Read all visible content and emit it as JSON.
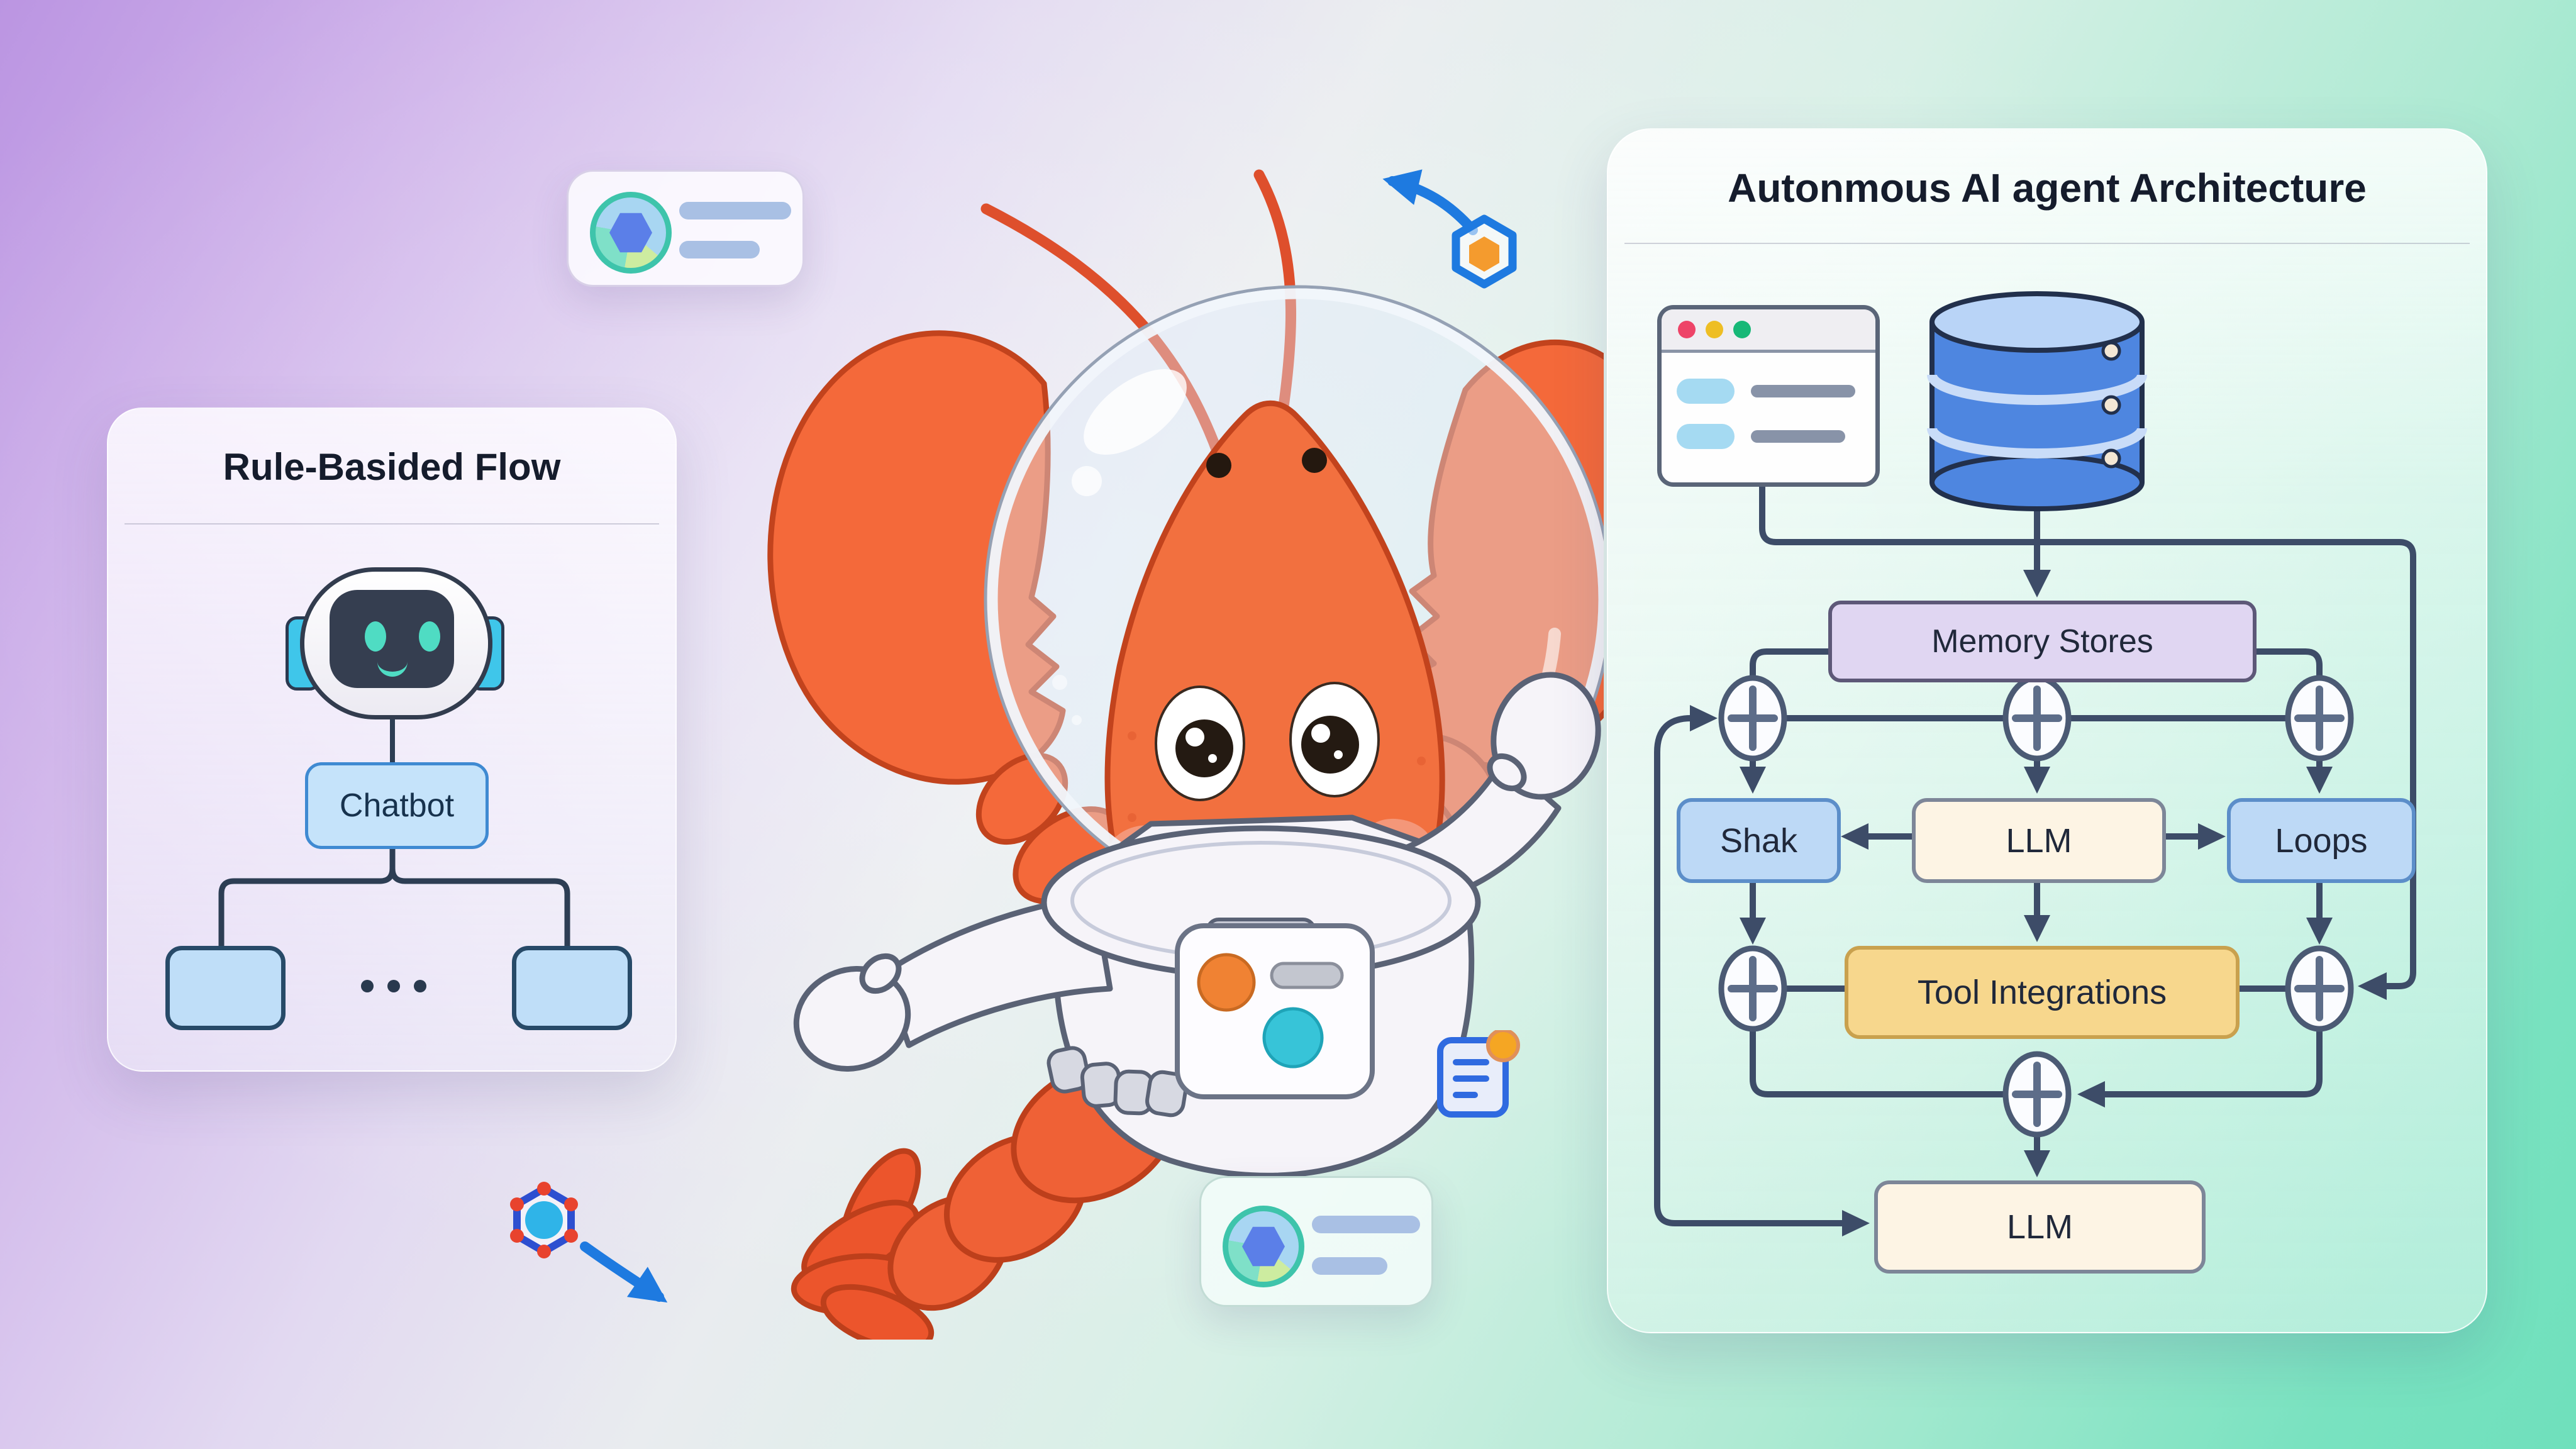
{
  "left_panel": {
    "title": "Rule-Basided Flow",
    "chatbot_label": "Chatbot"
  },
  "right_panel": {
    "title": "Autonmous AI agent Architecture",
    "nodes": {
      "memory_stores": "Memory Stores",
      "shak": "Shak",
      "llm": "LLM",
      "loops": "Loops",
      "tool_integrations": "Tool Integrations",
      "llm_bottom": "LLM"
    }
  },
  "colors": {
    "background_purple": "#bb95e2",
    "background_teal": "#6fe0bc",
    "flow_line": "#3d4c68",
    "memory_fill": "#e0d6f2",
    "blue_node_fill": "#bdd9f6",
    "cream_node_fill": "#fdf4e4",
    "tool_fill": "#f7d78d",
    "chatbot_fill": "#c5e3fa",
    "database_blue": "#4e86e0",
    "lobster_orange": "#f2693a",
    "arrow_blue": "#1e7ae0",
    "robot_teal": "#4fdcc3"
  },
  "icons": {
    "robot": "robot-icon",
    "browser": "browser-window-icon",
    "database": "database-icon",
    "plus_node": "plus-merge-node-icon",
    "gem_avatar": "gem-avatar-icon",
    "hexagon": "hexagon-icon",
    "curved_arrow": "curved-arrow-icon",
    "document": "document-icon"
  }
}
